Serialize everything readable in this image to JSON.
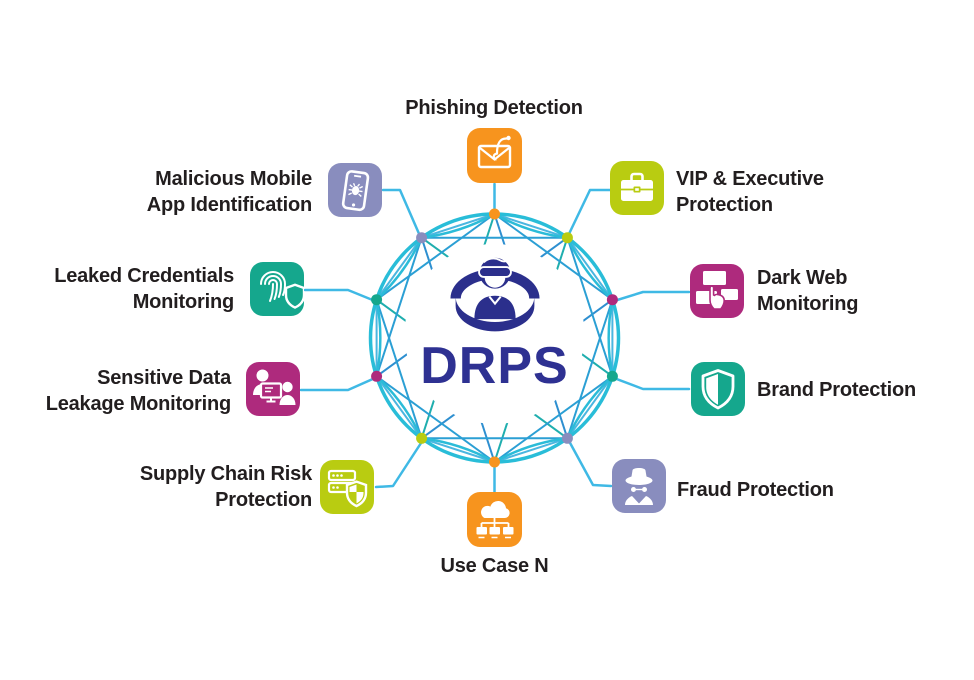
{
  "diagram": {
    "title": "DRPS use cases wheel",
    "center": {
      "acronym": "DRPS",
      "icon": "vr-person-cylinder-icon",
      "color": "#2b2f8c"
    },
    "items": [
      {
        "id": "phishing-detection",
        "label": "Phishing Detection",
        "icon": "envelope-hook-icon",
        "color": "#f7941e",
        "position": "top"
      },
      {
        "id": "vip-executive-protection",
        "label": "VIP & Executive\nProtection",
        "icon": "briefcase-icon",
        "color": "#b9cc11",
        "position": "top-right"
      },
      {
        "id": "dark-web-monitoring",
        "label": "Dark Web\nMonitoring",
        "icon": "windows-hand-icon",
        "color": "#ae2a7d",
        "position": "right-upper"
      },
      {
        "id": "brand-protection",
        "label": "Brand Protection",
        "icon": "shield-icon",
        "color": "#15a78d",
        "position": "right-lower"
      },
      {
        "id": "fraud-protection",
        "label": "Fraud Protection",
        "icon": "spy-icon",
        "color": "#898dbe",
        "position": "bottom-right"
      },
      {
        "id": "use-case-n",
        "label": "Use Case N",
        "icon": "cloud-network-icon",
        "color": "#f7941e",
        "position": "bottom"
      },
      {
        "id": "supply-chain-risk-protection",
        "label": "Supply Chain Risk\nProtection",
        "icon": "server-shield-icon",
        "color": "#b9cc11",
        "position": "bottom-left"
      },
      {
        "id": "sensitive-data-leakage-monitoring",
        "label": "Sensitive Data\nLeakage Monitoring",
        "icon": "people-monitor-icon",
        "color": "#ae2a7d",
        "position": "left-lower"
      },
      {
        "id": "leaked-credentials-monitoring",
        "label": "Leaked Credentials\nMonitoring",
        "icon": "fingerprint-shield-icon",
        "color": "#15a78d",
        "position": "left-upper"
      },
      {
        "id": "malicious-mobile-app-identification",
        "label": "Malicious Mobile\nApp Identification",
        "icon": "mobile-bug-icon",
        "color": "#898dbe",
        "position": "top-left"
      }
    ],
    "colors": {
      "orange": "#f7941e",
      "lime": "#b9cc11",
      "magenta": "#ae2a7d",
      "teal": "#15a78d",
      "slate": "#898dbe",
      "navy": "#2b2f8c",
      "ring": "#29bdd8",
      "chord_light": "#4ab6e0",
      "chord_blue": "#2b9fd4",
      "chord_teal": "#1fAeae",
      "connector": "#3fb9e5",
      "label_text": "#221e1f"
    }
  }
}
